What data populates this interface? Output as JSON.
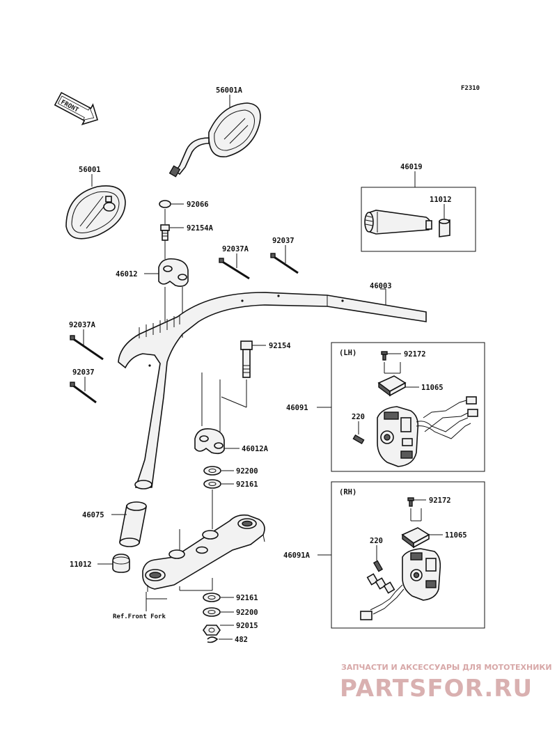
{
  "figure_code": "F2310",
  "front_indicator": "FRONT",
  "callouts": {
    "p56001A": "56001A",
    "p56001": "56001",
    "p92066": "92066",
    "p92154A": "92154A",
    "p46012": "46012",
    "p92037A_mid": "92037A",
    "p92037_mid": "92037",
    "p46019": "46019",
    "p11012_top": "11012",
    "p46003": "46003",
    "p92037A_left": "92037A",
    "p92154": "92154",
    "p92037_left": "92037",
    "p46012A": "46012A",
    "p92200_top": "92200",
    "p92161_top": "92161",
    "p46075": "46075",
    "p11012_bottom": "11012",
    "p92161_bottom": "92161",
    "p92200_bottom": "92200",
    "p92015": "92015",
    "p482": "482",
    "ref_front_fork": "Ref.Front Fork",
    "lh_tag": "(LH)",
    "lh_92172": "92172",
    "lh_11065": "11065",
    "lh_46091": "46091",
    "lh_220": "220",
    "rh_tag": "(RH)",
    "rh_92172": "92172",
    "rh_11065": "11065",
    "rh_220": "220",
    "rh_46091A": "46091A"
  },
  "watermark": {
    "tagline": "ЗАПЧАСТИ И АКСЕССУАРЫ ДЛЯ МОТОТЕХНИКИ",
    "brand": "PARTSFOR.RU"
  }
}
